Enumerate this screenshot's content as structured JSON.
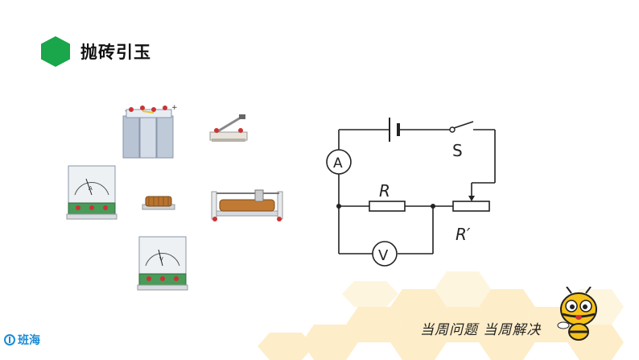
{
  "header": {
    "title": "抛砖引玉"
  },
  "circuit": {
    "ammeter": "A",
    "voltmeter": "V",
    "switch": "S",
    "resistor": "R",
    "rheostat": "R′"
  },
  "instruments": {
    "ammeter_dial": "A",
    "voltmeter_dial": "V"
  },
  "footer": {
    "logo_text": "班海",
    "slogan": "当周问题 当周解决"
  },
  "colors": {
    "hex_icon": "#1aa64a",
    "honeycomb": "#fce6b0",
    "logo": "#1a8bd6"
  }
}
